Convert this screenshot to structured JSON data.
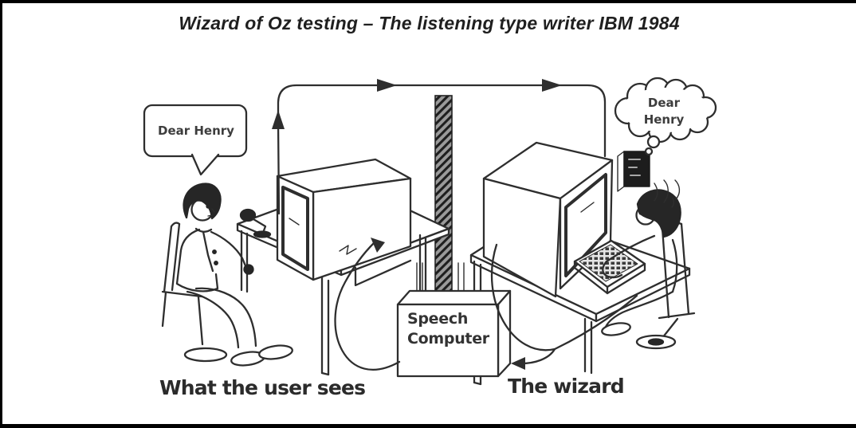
{
  "window": {
    "background": "#ffffff",
    "frame_color": "#000000"
  },
  "title": "Wizard of Oz testing – The listening type writer IBM 1984",
  "diagram": {
    "ink_color": "#2e2e2e",
    "left_scene": {
      "speech_bubble_text": "Dear Henry",
      "caption": "What the user sees"
    },
    "center": {
      "box_label_line1": "Speech",
      "box_label_line2": "Computer"
    },
    "right_scene": {
      "thought_bubble_line1": "Dear",
      "thought_bubble_line2": "Henry",
      "caption": "The wizard"
    }
  }
}
